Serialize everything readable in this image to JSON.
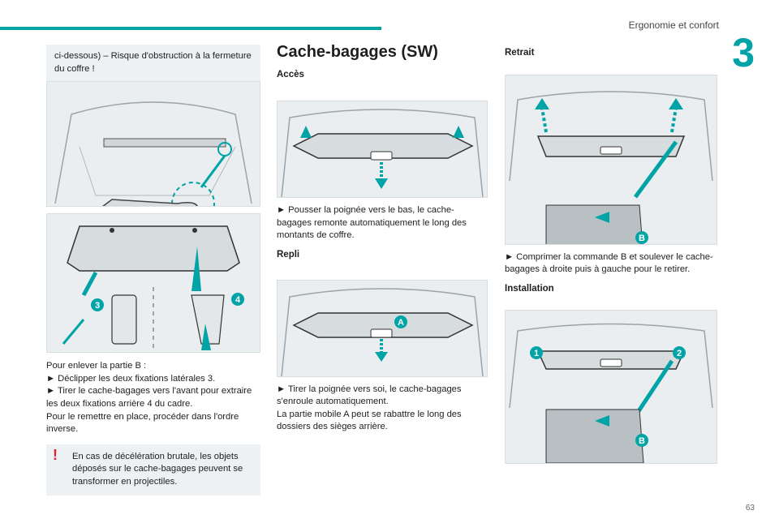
{
  "header": {
    "title": "Ergonomie et confort",
    "chapter": "3",
    "page": "63"
  },
  "col1": {
    "box_text": "ci-dessous) – Risque d'obstruction à la fermeture du coffre !",
    "callout_3": "3",
    "callout_4": "4",
    "para": [
      "Pour enlever la partie B :",
      "► Déclipper les deux fixations latérales 3.",
      "► Tirer le cache-bagages vers l'avant pour extraire les deux fixations arrière 4 du cadre.",
      "Pour le remettre en place, procéder dans l'ordre inverse."
    ],
    "warning": "En cas de décélération brutale, les objets déposés sur le cache-bagages peuvent se transformer en projectiles."
  },
  "col2": {
    "title": "Cache-bagages (SW)",
    "acces_title": "Accès",
    "acces_text": "► Pousser la poignée vers le bas, le cache-bagages remonte automatiquement le long des montants de coffre.",
    "repli_title": "Repli",
    "callout_A": "A",
    "repli_text": [
      "► Tirer la poignée vers soi, le cache-bagages s'enroule automatiquement.",
      "La partie mobile A peut se rabattre le long des dossiers des sièges arrière."
    ]
  },
  "col3": {
    "retrait_title": "Retrait",
    "callout_B1": "B",
    "retrait_text": "► Comprimer la commande B et soulever le cache-bagages à droite puis à gauche pour le retirer.",
    "installation_title": "Installation",
    "callout_1": "1",
    "callout_2": "2",
    "callout_B2": "B"
  },
  "colors": {
    "accent": "#00a3a6",
    "warning": "#e4202e"
  }
}
